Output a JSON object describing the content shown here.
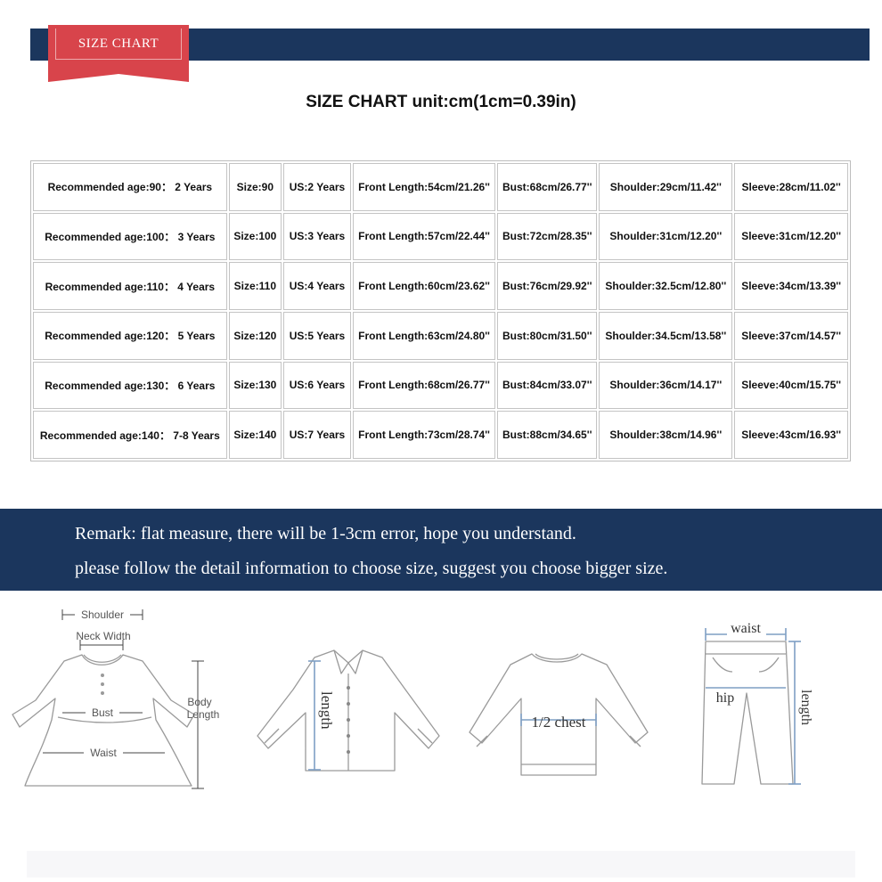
{
  "badge": {
    "label": "SIZE CHART"
  },
  "title": "SIZE CHART unit:cm(1cm=0.39in)",
  "table": {
    "rows": [
      [
        "Recommended age:90： 2 Years",
        "Size:90",
        "US:2 Years",
        "Front Length:54cm/21.26''",
        "Bust:68cm/26.77''",
        "Shoulder:29cm/11.42''",
        "Sleeve:28cm/11.02''"
      ],
      [
        "Recommended age:100： 3 Years",
        "Size:100",
        "US:3 Years",
        "Front Length:57cm/22.44''",
        "Bust:72cm/28.35''",
        "Shoulder:31cm/12.20''",
        "Sleeve:31cm/12.20''"
      ],
      [
        "Recommended age:110： 4 Years",
        "Size:110",
        "US:4 Years",
        "Front Length:60cm/23.62''",
        "Bust:76cm/29.92''",
        "Shoulder:32.5cm/12.80''",
        "Sleeve:34cm/13.39''"
      ],
      [
        "Recommended age:120： 5 Years",
        "Size:120",
        "US:5 Years",
        "Front Length:63cm/24.80''",
        "Bust:80cm/31.50''",
        "Shoulder:34.5cm/13.58''",
        "Sleeve:37cm/14.57''"
      ],
      [
        "Recommended age:130： 6 Years",
        "Size:130",
        "US:6 Years",
        "Front Length:68cm/26.77''",
        "Bust:84cm/33.07''",
        "Shoulder:36cm/14.17''",
        "Sleeve:40cm/15.75''"
      ],
      [
        "Recommended age:140： 7-8 Years",
        "Size:140",
        "US:7 Years",
        "Front Length:73cm/28.74''",
        "Bust:88cm/34.65''",
        "Shoulder:38cm/14.96''",
        "Sleeve:43cm/16.93''"
      ]
    ]
  },
  "remark": {
    "line1": "Remark: flat measure, there will be 1-3cm error, hope you understand.",
    "line2": "please follow the detail information to choose size, suggest you choose bigger size."
  },
  "diagrams": {
    "dress": {
      "shoulder": "Shoulder",
      "neck_width": "Neck Width",
      "bust": "Bust",
      "body": "Body",
      "length": "Length",
      "waist": "Waist"
    },
    "shirt": {
      "length": "length"
    },
    "sweater": {
      "chest": "1/2 chest"
    },
    "pants": {
      "waist": "waist",
      "hip": "hip",
      "length": "length"
    }
  },
  "colors": {
    "navy": "#1b365d",
    "badge_red": "#d8444b",
    "measure_blue": "#7f9fc4"
  }
}
